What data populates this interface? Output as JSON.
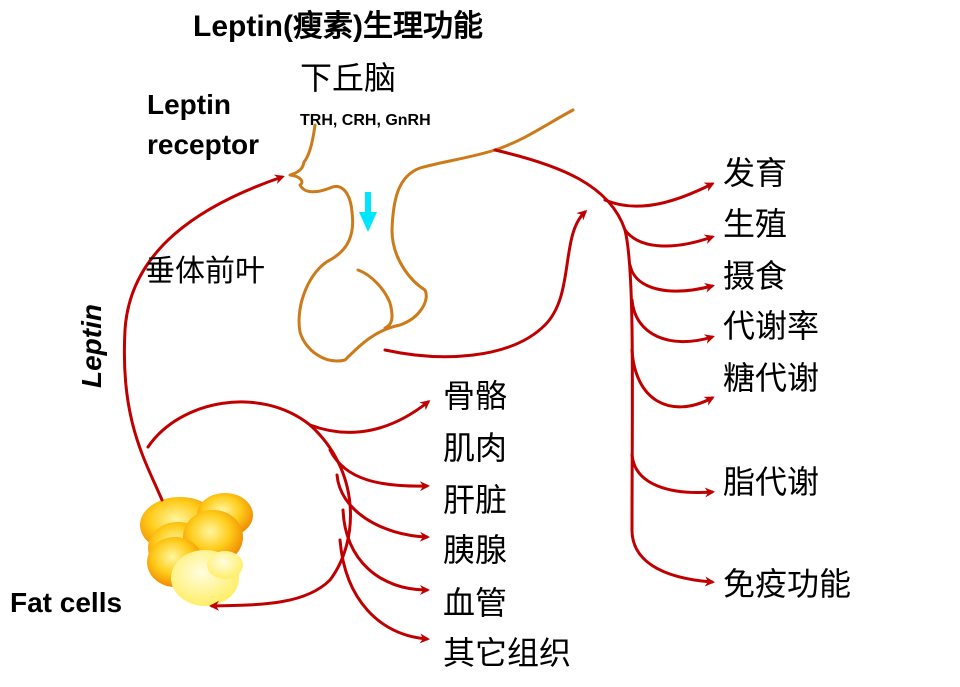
{
  "title": "Leptin(瘦素)生理功能",
  "hypothalamus": {
    "label": "下丘脑",
    "hormones": "TRH, CRH, GnRH"
  },
  "receptor_label": [
    "Leptin",
    "receptor"
  ],
  "pituitary_label": "垂体前叶",
  "leptin_label": "Leptin",
  "fat_cells_label": "Fat cells",
  "peripheral_targets": [
    "骨骼",
    "肌肉",
    "肝脏",
    "胰腺",
    "血管",
    "其它组织"
  ],
  "central_functions": [
    "发育",
    "生殖",
    "摄食",
    "代谢率",
    "糖代谢",
    "脂代谢",
    "免疫功能"
  ],
  "colors": {
    "arrow": "#c00000",
    "brain_outline": "#cc7a1a",
    "signal_arrow": "#00e5ff",
    "fat_cell_fill": "#ffc000",
    "fat_cell_light": "#fff27a"
  }
}
